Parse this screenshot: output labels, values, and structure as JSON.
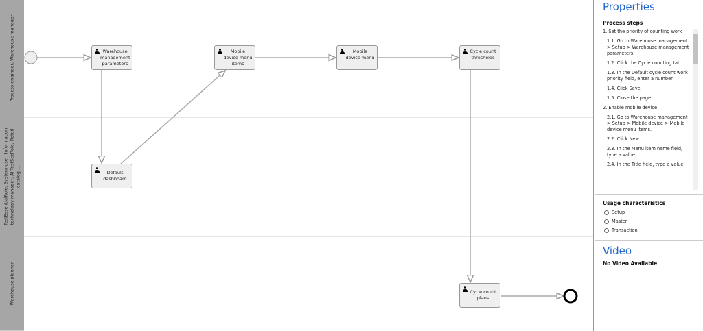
{
  "lanes": [
    "Process engineer, Warehouse manager",
    "TestEssentialRole, System user, Information technology manager, AllTestSecRole, Retail catalog ...",
    "Warehouse planner"
  ],
  "nodes": {
    "wmp": "Warehouse management parameters",
    "mdmi": "Mobile device menu items",
    "mdm": "Mobile device menu",
    "cct": "Cycle count thresholds",
    "dd": "Default dashboard",
    "ccp": "Cycle count plans"
  },
  "panel": {
    "title": "Properties",
    "process_steps_label": "Process steps",
    "steps": [
      {
        "text": "1. Set the priority of counting work",
        "sub": false
      },
      {
        "text": "1.1. Go to Warehouse management > Setup > Warehouse management parameters.",
        "sub": true
      },
      {
        "text": "1.2. Click the Cycle counting tab.",
        "sub": true
      },
      {
        "text": "1.3. In the Default cycle count work priority field, enter a number.",
        "sub": true
      },
      {
        "text": "1.4. Click Save.",
        "sub": true
      },
      {
        "text": "1.5. Close the page.",
        "sub": true
      },
      {
        "text": "2. Enable mobile device",
        "sub": false
      },
      {
        "text": "2.1. Go to Warehouse management > Setup > Mobile device > Mobile device menu items.",
        "sub": true
      },
      {
        "text": "2.2. Click New.",
        "sub": true
      },
      {
        "text": "2.3. In the Menu item name field, type a value.",
        "sub": true
      },
      {
        "text": "2.4. In the Title field, type a value.",
        "sub": true
      }
    ],
    "usage_label": "Usage characteristics",
    "usage_options": [
      "Setup",
      "Master",
      "Transaction"
    ],
    "video_title": "Video",
    "video_text": "No Video Available"
  },
  "colors": {
    "accent": "#2266cc",
    "lane_header": "#a6a6a6",
    "node_fill": "#efefef"
  }
}
